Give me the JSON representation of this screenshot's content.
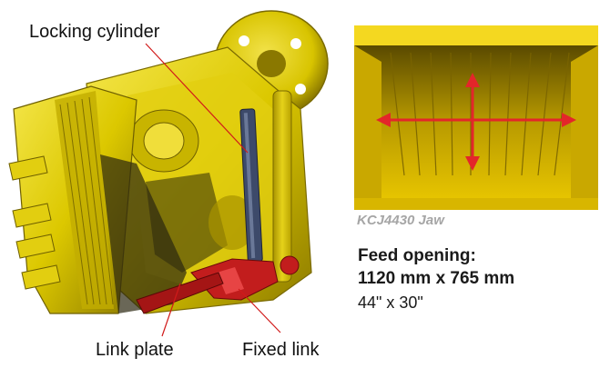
{
  "labels": {
    "locking_cylinder": "Locking cylinder",
    "link_plate": "Link plate",
    "fixed_link": "Fixed link"
  },
  "photo": {
    "caption": "KCJ4430 Jaw"
  },
  "specs": {
    "title": "Feed opening:",
    "metric": "1120 mm x 765 mm",
    "imperial": "44\" x 30\""
  },
  "colors": {
    "crusher_yellow": "#e8d400",
    "crusher_shadow": "#7a6a00",
    "cylinder_blue": "#3d4a6a",
    "link_red": "#c21d1d",
    "leader_line": "#d11a1a",
    "arrow_red": "#e3262a",
    "caption_gray": "#a6a6a6"
  }
}
